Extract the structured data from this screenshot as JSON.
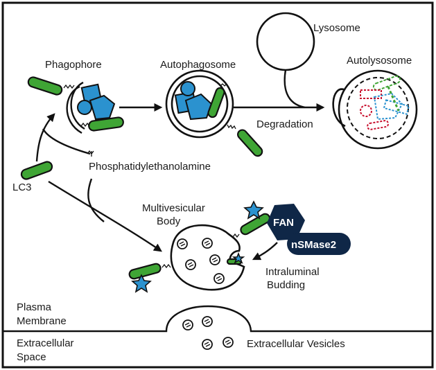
{
  "labels": {
    "phagophore": "Phagophore",
    "autophagosome": "Autophagosome",
    "lysosome": "Lysosome",
    "autolysosome": "Autolysosome",
    "degradation": "Degradation",
    "phosphatidylethanolamine": "Phosphatidylethanolamine",
    "lc3": "LC3",
    "multivesicular": "Multivesicular",
    "body": "Body",
    "fan": "FAN",
    "nsmase2": "nSMase2",
    "intraluminal": "Intraluminal",
    "budding": "Budding",
    "plasma": "Plasma",
    "membrane": "Membrane",
    "extracellular": "Extracellular",
    "space": "Space",
    "extracellular_vesicles": "Extracellular Vesicles"
  },
  "colors": {
    "lc3_green": "#3fa535",
    "cargo_blue": "#2b92cf",
    "protein_navy": "#0f2747",
    "degraded_red": "#c8102e",
    "outline": "#111111"
  }
}
